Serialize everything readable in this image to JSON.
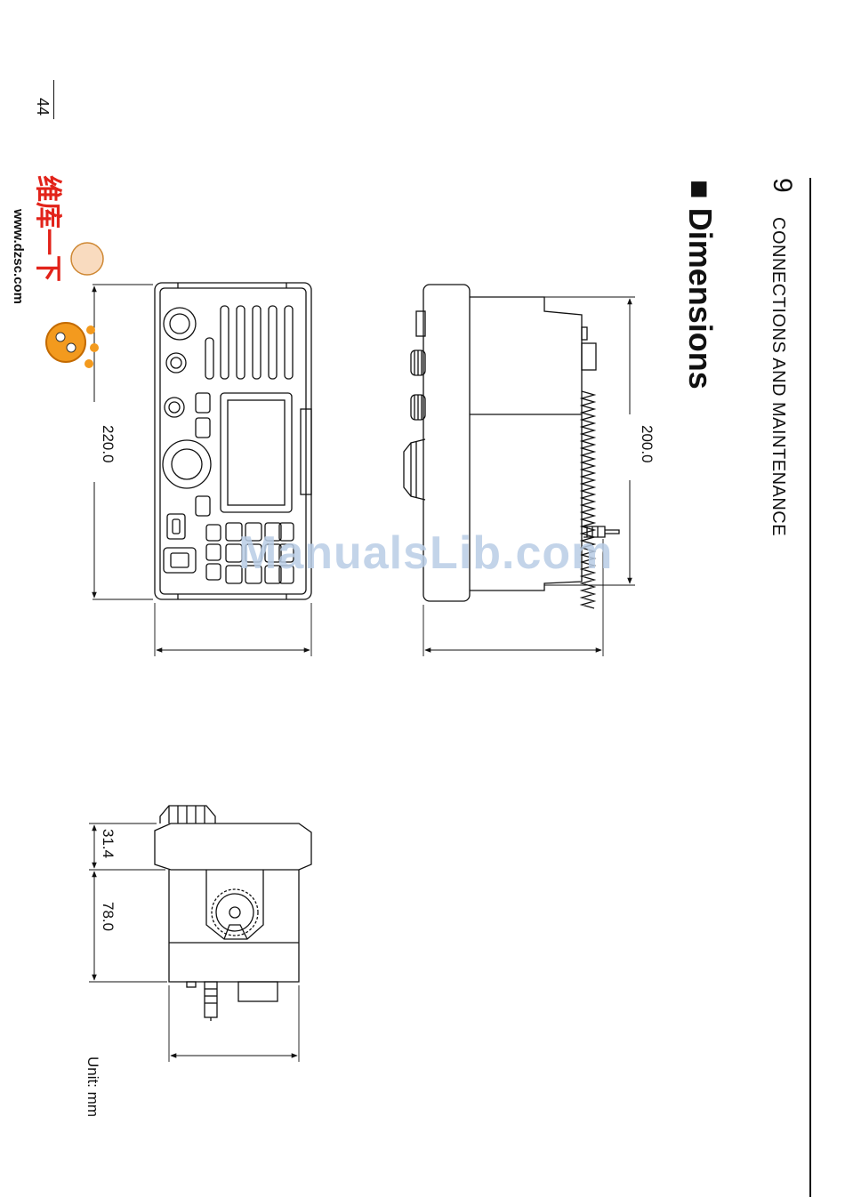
{
  "header": {
    "chapter_number": "9",
    "chapter_title": "CONNECTIONS AND MAINTENANCE"
  },
  "section": {
    "marker": "■",
    "title": "Dimensions"
  },
  "page": {
    "number": "44"
  },
  "dimensions": {
    "front_height": "220.0",
    "side_depth": "200.0",
    "bottom_panel": "31.4",
    "bottom_body": "78.0"
  },
  "unit_note": "Unit: mm",
  "watermarks": {
    "manualslib": "ManualsLib.com",
    "logo_url": "www.dzsc.com",
    "logo_chars": "维库一下"
  },
  "colors": {
    "ink": "#111111",
    "watermark": "#b9cde6",
    "logo_red": "#e2231a",
    "logo_orange": "#f39a1e"
  }
}
